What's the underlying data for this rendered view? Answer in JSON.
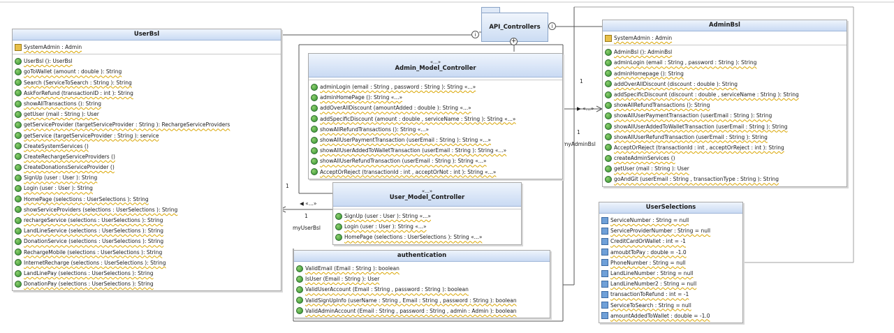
{
  "package": {
    "name": "API_Controllers"
  },
  "userbsl": {
    "title": "UserBsl",
    "attributes": [
      "SystemAdmin   : Admin"
    ],
    "methods": [
      "UserBsl  (): UserBsl",
      "goToWallet   (amount  : double  ): String",
      "Search  (ServiceToSearch   : String  ): String",
      "AskForRefund   (transactionID   : int  ): String",
      "showAllTransactions    (): String",
      "getUser  (mail  : String  ): User",
      "getServiceProvider    (targetServiceProvider      : String  ): RechargeServiceProviders",
      "getService   (targetServiceProvider     : String  ): service",
      "CreateSystemServices     ()",
      "CreateRechargeServiceProviders       ()",
      "CreateDonationsServiceProvider       ()",
      "SignUp  (user  : User  ): String",
      "Login  (user  : User  ): String",
      "HomePage   (selections   : UserSelections      ): String",
      "showServiceProviders      (selections   : UserSelections      ): String",
      "rechargeService     (selections   : UserSelections      ): String",
      "LandLineService     (selections   : UserSelections      ): String",
      "DonationService     (selections   : UserSelections      ): String",
      "RechargeMobile     (selections   : UserSelections      ): String",
      "InternetRecharge     (selections   : UserSelections      ): String",
      "LandLinePay    (selections   : UserSelections      ): String",
      "DonationPay    (selections   : UserSelections      ): String"
    ]
  },
  "admin_controller": {
    "stereotype": "«...»",
    "title": "Admin_Model_Controller",
    "methods": [
      "adminLogin   (email  : String  , password   : String  ): String   «...»",
      "adminHomePage    (): String   «...»",
      "addOverAllDiscount      (amountAdded     : double   ): String   «...»",
      "addSpecificDiscount      (amount   : double  , serviceName    : String  ): String   «...»",
      "showAllRefundTransactions      (): String   «...»",
      "showAllUserPaymentTransaction        (userEmail   : String  ): String   «...»",
      "showAllUserAddedToWalletTransaction           (userEmail   : String  ): String   «...»",
      "showAllUserRefundTransaction         (userEmail   : String  ): String   «...»",
      "AcceptOrReject    (transactionId     : int  , acceptOrNot    : int  ): String   «...»"
    ]
  },
  "user_controller": {
    "stereotype": "«...»",
    "title": "User_Model_Controller",
    "methods": [
      "SignUp   (user  : User  ): String   «...»",
      "Login   (user  : User  ): String   «...»",
      "HomePage    (selections   : UserSelections      ): String   «...»"
    ]
  },
  "authentication": {
    "title": "authentication",
    "methods": [
      "ValidEmail    (Email  : String  ): boolean",
      "IsUser  (Email  : String  ): User",
      "ValidUserAccount      (Email  : String  , password   : String  ): boolean",
      "ValidSignUpInfo     (userName    : String  , Email  : String  , password   : String  ): boolean",
      "ValidAdminAccount      (Email  : String  , password   : String  , admin  : Admin  ): boolean"
    ]
  },
  "adminbsl": {
    "title": "AdminBsl",
    "attributes": [
      "SystemAdmin   : Admin"
    ],
    "methods": [
      "AdminBsl  (): AdminBsl",
      "adminLogin    (email  : String  , password   : String  ): String",
      "adminHomepage     (): String",
      "addOverAllDiscount      (discount   : double  ): String",
      "addSpecificDiscount      (discount   : double  , serviceName    : String  ): String",
      "showAllRefundTransactions      (): String",
      "showAllUserPaymentTransaction        (userEmail   : String  ): String",
      "showAllUserAddedToWalletTransaction           (userEmail   : String  ): String",
      "showAllUserRefundTransaction         (userEmail   : String  ): String",
      "AcceptOrReject    (transactionId    : int  , acceptOrReject    : int  ): String",
      "createAdminServices      ()",
      "getUser  (mail  : String  ): User",
      "goAndGit   (userEmail   : String  , transactionType      : String  ): String"
    ]
  },
  "userselections": {
    "title": "UserSelections",
    "attributes": [
      "ServiceNumber    : String   = null",
      "ServiceProviderNumber      : String   = null",
      "CreditCardOrWallet     : int  = -1",
      "amoubtToPay    : double   = -1.0",
      "PhoneNumber    : String   = null",
      "LandLineNumber     : String   = null",
      "LandLineNumber2     : String   = null",
      "transactionToRefund      : int  = -1",
      "ServiceToSearch    : String   = null",
      "amountAddedToWallet       : double   = -1.0"
    ]
  },
  "connectors": {
    "userbsl_mult_1": "1",
    "userbsl_mult_2": "1",
    "userbsl_stereo": "«...»",
    "userbsl_role": "myUserBsl",
    "adminbsl_mult_1": "1",
    "adminbsl_mult_2": "1",
    "adminbsl_stereo": "«...»",
    "adminbsl_role": "myAdminBsl",
    "circle_i": "i",
    "circle_plus": "+"
  }
}
